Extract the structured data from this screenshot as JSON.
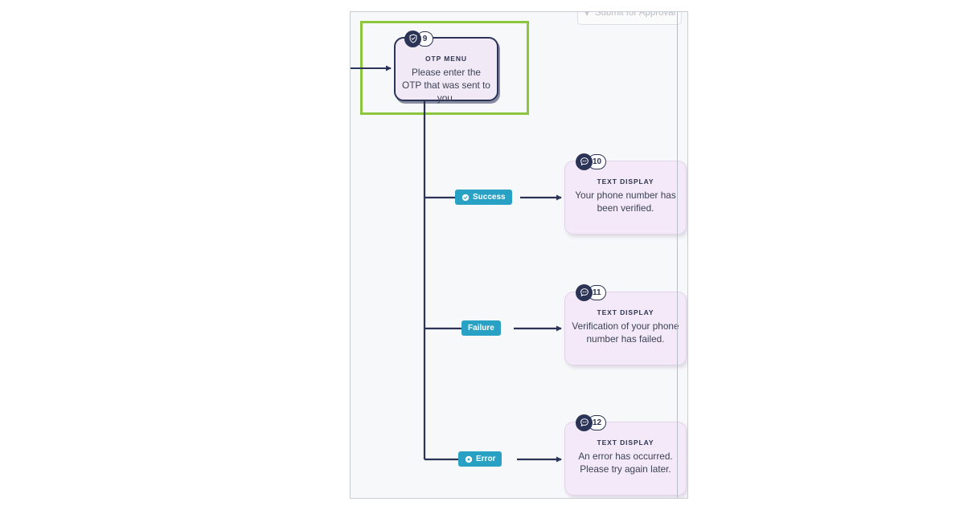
{
  "app": {
    "canvas_background": "#f7f8fa",
    "selection_color": "#8cc63f",
    "pill_color": "#29a1c4",
    "node_border_color": "#2b3356",
    "node_fill_color": "#f2e9f7"
  },
  "toolbar": {
    "submit_label": "Submit for Approval",
    "submit_icon": "flag-icon"
  },
  "flow": {
    "nodes": [
      {
        "id": "9",
        "number": "9",
        "icon": "shield-check-icon",
        "kind": "OTP MENU",
        "message": "Please enter the OTP that was sent to you.",
        "selected": true
      },
      {
        "id": "10",
        "number": "10",
        "icon": "chat-bubble-icon",
        "kind": "TEXT DISPLAY",
        "message": "Your phone number has been verified.",
        "selected": false
      },
      {
        "id": "11",
        "number": "11",
        "icon": "chat-bubble-icon",
        "kind": "TEXT DISPLAY",
        "message": "Verification of your phone number has failed.",
        "selected": false
      },
      {
        "id": "12",
        "number": "12",
        "icon": "chat-bubble-icon",
        "kind": "TEXT DISPLAY",
        "message": "An error has occurred. Please try again later.",
        "selected": false
      }
    ],
    "edges": [
      {
        "from": "9",
        "to": "10",
        "label": "Success",
        "icon": "check-circle-icon"
      },
      {
        "from": "9",
        "to": "11",
        "label": "Failure",
        "icon": "none"
      },
      {
        "from": "9",
        "to": "12",
        "label": "Error",
        "icon": "error-circle-icon"
      }
    ]
  }
}
